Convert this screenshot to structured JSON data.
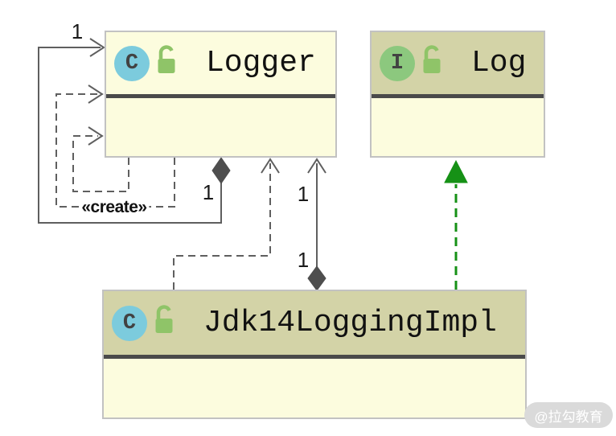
{
  "diagram": {
    "nodes": [
      {
        "name": "Logger",
        "kind": "class",
        "badge": "C",
        "badge_color": "#7CCBDD",
        "header_color": "#FCFCDE"
      },
      {
        "name": "Log",
        "kind": "interface",
        "badge": "I",
        "badge_color": "#8CC87E",
        "header_color": "#D3D3A7"
      },
      {
        "name": "Jdk14LoggingImpl",
        "kind": "class",
        "badge": "C",
        "badge_color": "#7CCBDD",
        "header_color": "#D3D3A7"
      }
    ],
    "edges": [
      {
        "id": "logger-self-composition",
        "type": "composition",
        "style": "solid",
        "arrow_end_label": "1",
        "diamond_end_label": "1"
      },
      {
        "id": "logger-self-create-dependency",
        "type": "dependency",
        "style": "dashed",
        "stereotype": "«create»"
      },
      {
        "id": "logger-self-dependency",
        "type": "dependency",
        "style": "dashed"
      },
      {
        "id": "jdk14loggingimpl-to-logger-dependency",
        "type": "dependency",
        "style": "dashed"
      },
      {
        "id": "jdk14loggingimpl-to-logger-composition",
        "type": "composition",
        "style": "solid",
        "arrow_end_label": "1",
        "diamond_end_label": "1"
      },
      {
        "id": "jdk14loggingimpl-implements-log",
        "type": "realization",
        "style": "green-dashed"
      }
    ],
    "colors": {
      "box_body": "#FCFCDE",
      "box_header_khaki": "#D3D3A7",
      "box_border": "#C2C2C2",
      "divider": "#4A4A4A",
      "line_gray": "#5F5F5F",
      "diamond": "#4E4E4E",
      "realization_green": "#169116",
      "class_badge_blue": "#7CCBDD",
      "interface_badge_green": "#8CC87E",
      "lock_green": "#8FC468"
    }
  },
  "watermark": {
    "text": "@拉勾教育"
  }
}
